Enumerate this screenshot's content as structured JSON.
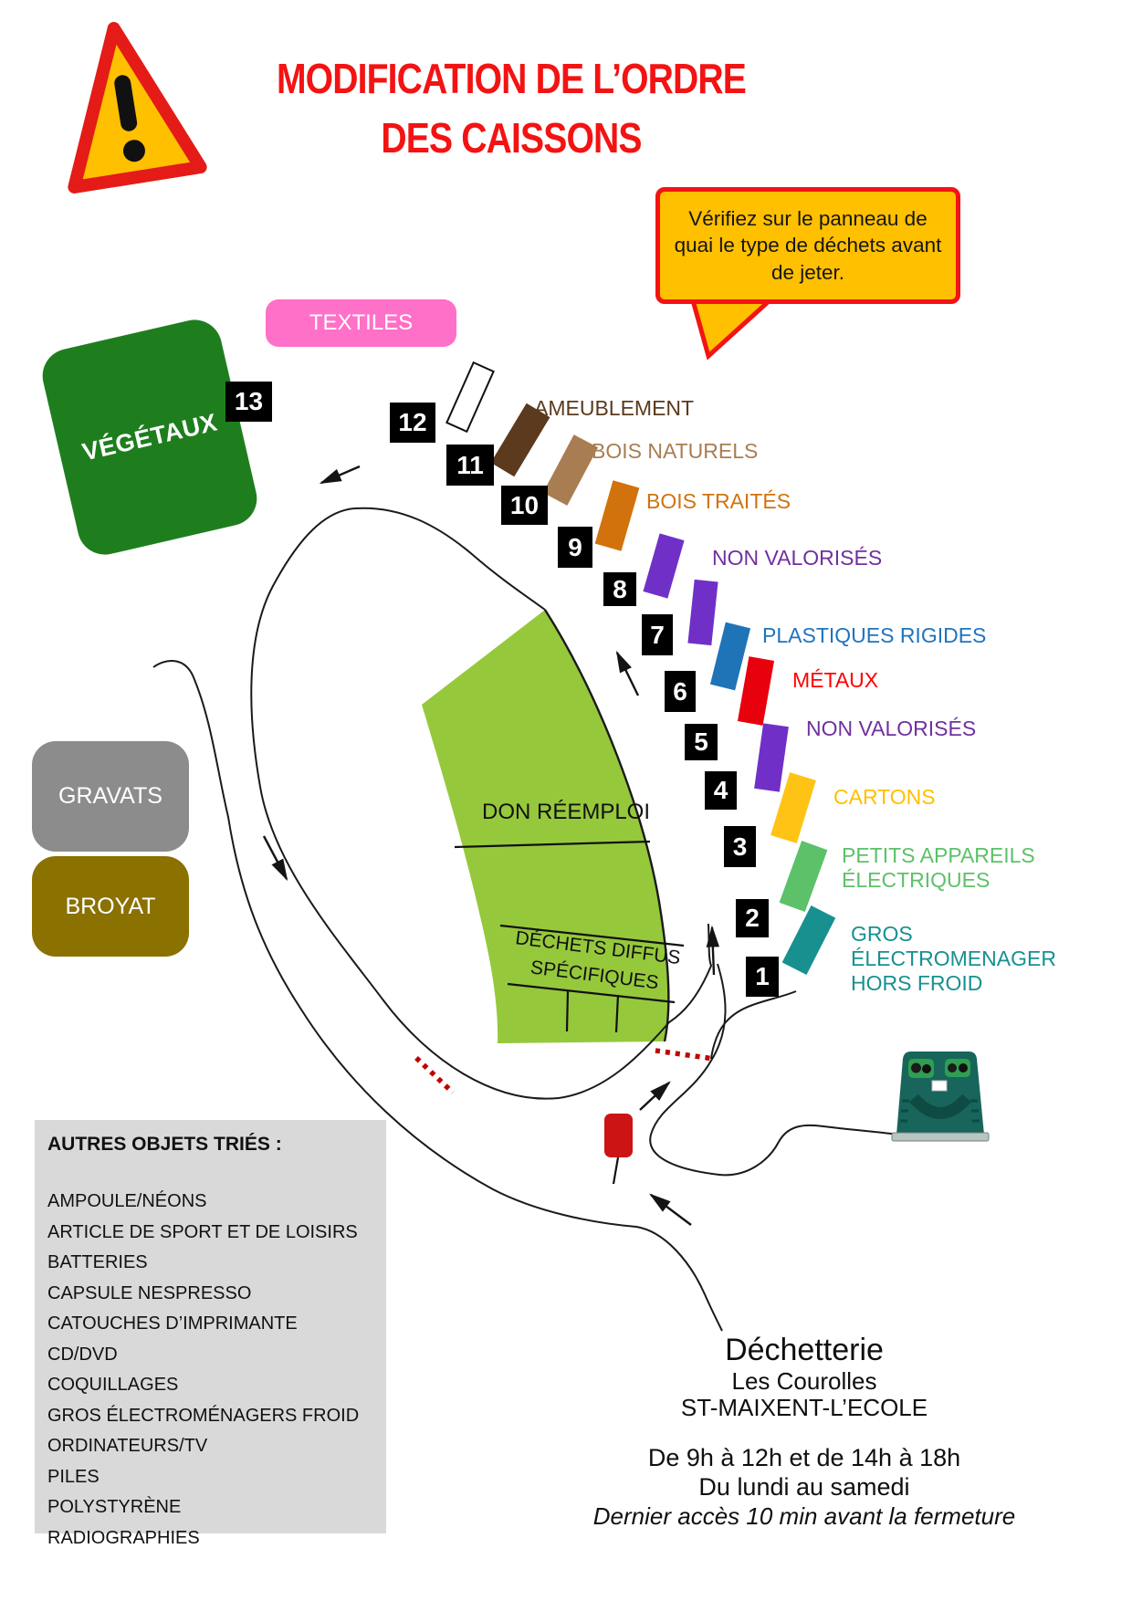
{
  "title": {
    "line1": "MODIFICATION DE L’ORDRE",
    "line2": "DES CAISSONS"
  },
  "callout": {
    "text": "Vérifiez sur le panneau de quai le type de déchets avant de jeter."
  },
  "zones": {
    "textiles": "TEXTILES",
    "vegetaux": "VÉGÉTAUX",
    "gravats": "GRAVATS",
    "broyat": "BROYAT",
    "don_reemploi": "DON RÉEMPLOI",
    "dechets_diffus_line1": "DÉCHETS DIFFUS",
    "dechets_diffus_line2": "SPÉCIFIQUES"
  },
  "quai_numbers": [
    "1",
    "2",
    "3",
    "4",
    "5",
    "6",
    "7",
    "8",
    "9",
    "10",
    "11",
    "12",
    "13"
  ],
  "caissons": {
    "white": {
      "color": "#FFFFFF",
      "outlined": true
    },
    "ameublement": {
      "color": "#5B3A1D"
    },
    "bois_naturels": {
      "color": "#A97D52"
    },
    "bois_traites": {
      "color": "#D2720D"
    },
    "non_valorises_a": {
      "color": "#7030C8"
    },
    "non_valorises_b": {
      "color": "#7030C8"
    },
    "plastiques_rigides": {
      "color": "#1F74B8"
    },
    "metaux": {
      "color": "#E8000D"
    },
    "non_valorises_c": {
      "color": "#7030C8"
    },
    "cartons": {
      "color": "#FFC316"
    },
    "petits_appareils": {
      "color": "#5CC169"
    },
    "gros_electromenager": {
      "color": "#189090"
    }
  },
  "caisson_labels": {
    "ameublement": {
      "lines": [
        "AMEUBLEMENT"
      ],
      "color": "#5B3A1D"
    },
    "bois_naturels": {
      "lines": [
        "BOIS NATURELS"
      ],
      "color": "#A97D52"
    },
    "bois_traites": {
      "lines": [
        "BOIS TRAITÉS"
      ],
      "color": "#D2720D"
    },
    "non_valorises_1": {
      "lines": [
        "NON VALORISÉS"
      ],
      "color": "#7030A0"
    },
    "plastiques_rigides": {
      "lines": [
        "PLASTIQUES RIGIDES"
      ],
      "color": "#1F74BE"
    },
    "metaux": {
      "lines": [
        "MÉTAUX"
      ],
      "color": "#FF0000"
    },
    "non_valorises_2": {
      "lines": [
        "NON VALORISÉS"
      ],
      "color": "#7030A0"
    },
    "cartons": {
      "lines": [
        "CARTONS"
      ],
      "color": "#FFC000"
    },
    "petits_appareils": {
      "lines": [
        "PETITS APPAREILS",
        "ÉLECTRIQUES"
      ],
      "color": "#5CC169"
    },
    "gros_electromenager": {
      "lines": [
        "GROS",
        "ÉLECTROMENAGER",
        "HORS FROID"
      ],
      "color": "#189090"
    }
  },
  "other_items": {
    "title": "AUTRES OBJETS TRIÉS :",
    "items": [
      "AMPOULE/NÉONS",
      "ARTICLE DE SPORT ET DE LOISIRS",
      "BATTERIES",
      "CAPSULE NESPRESSO",
      "CATOUCHES D’IMPRIMANTE",
      "CD/DVD",
      "COQUILLAGES",
      "GROS ÉLECTROMÉNAGERS FROID",
      "ORDINATEURS/TV",
      "PILES",
      "POLYSTYRÈNE",
      "RADIOGRAPHIES"
    ]
  },
  "info": {
    "name": "Déchetterie",
    "place": "Les Courolles",
    "city": "ST-MAIXENT-L’ECOLE",
    "hours": "De 9h à 12h et de 14h à 18h",
    "days": "Du lundi au samedi",
    "note": "Dernier accès 10 min avant la fermeture"
  },
  "colors": {
    "red": "#F31313",
    "yellow": "#FFC000",
    "pink": "#FF70C8",
    "dgreen": "#1E7E1E",
    "band": "#96C83C",
    "gray": "#8C8C8C",
    "broyat": "#8A7100",
    "listbg": "#D9D9D9",
    "dotted": "#C00000"
  }
}
